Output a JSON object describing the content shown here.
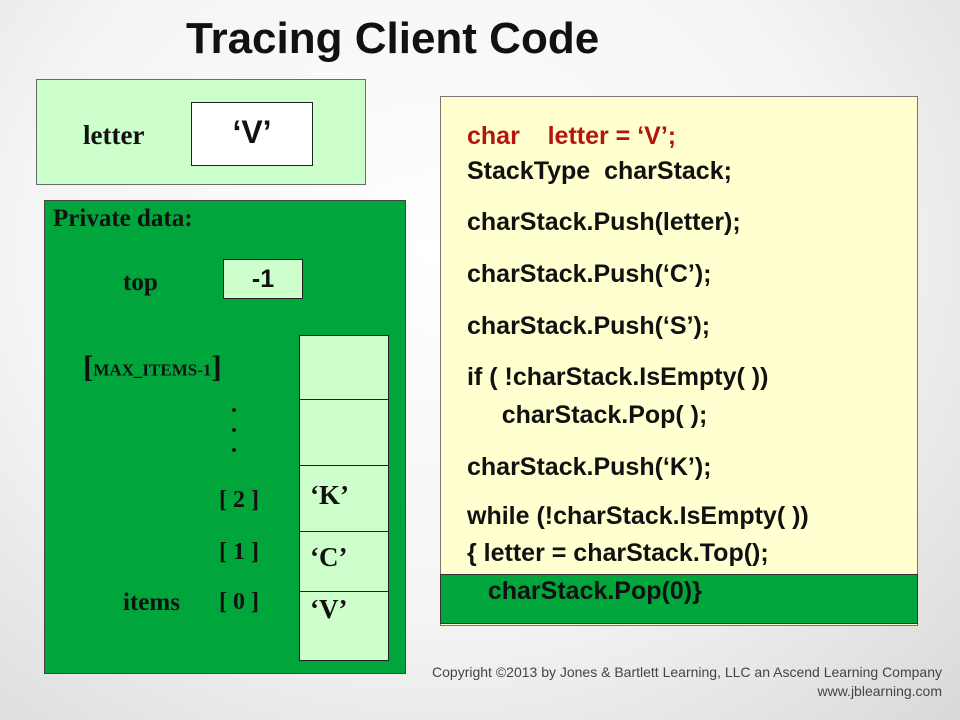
{
  "title": "Tracing Client Code",
  "variable": {
    "label": "letter",
    "value": "‘V’"
  },
  "stack": {
    "private_label": "Private data:",
    "top_label": "top",
    "top_value": "-1",
    "max_bracket_open": "[",
    "max_items_label": "MAX_ITEMS-1",
    "max_bracket_close": "]",
    "ellipsis": ".\n.\n.",
    "items_label": "items",
    "indices": [
      "[ 2 ]",
      "[ 1 ]",
      "[ 0 ]"
    ],
    "values": [
      "‘K’",
      "‘C’",
      "‘V’"
    ]
  },
  "code": {
    "lines": [
      "char    letter = ‘V’;",
      "StackType  charStack;",
      "charStack.Push(letter);",
      "charStack.Push(‘C’);",
      "charStack.Push(‘S’);",
      "if ( !charStack.IsEmpty( ))",
      "     charStack.Pop( );",
      "charStack.Push(‘K’);",
      "while (!charStack.IsEmpty( ))",
      "{ letter = charStack.Top();",
      "   charStack.Pop(0)}"
    ],
    "highlighted_line": 10
  },
  "copyright": {
    "line1": "Copyright ©2013 by Jones & Bartlett Learning, LLC an Ascend Learning Company",
    "line2": "www.jblearning.com"
  },
  "colors": {
    "panel_green": "#00a63c",
    "light_green": "#ccffcc",
    "code_bg": "#ffffd0",
    "code_red": "#b3160e"
  }
}
